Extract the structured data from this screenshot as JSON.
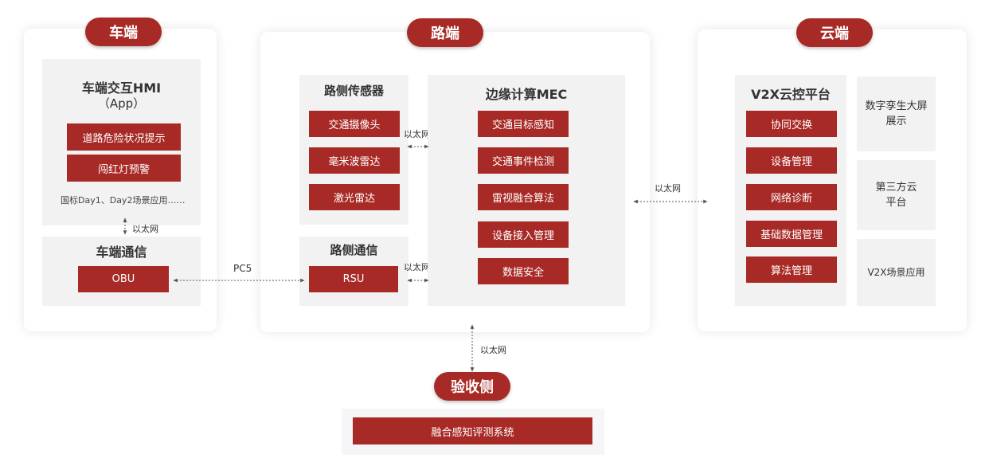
{
  "vehicle": {
    "badge": "车端",
    "hmi": {
      "title": "车端交互HMI",
      "subtitle": "（App）",
      "items": [
        "道路危险状况提示",
        "闯红灯预警"
      ],
      "note": "国标Day1、Day2场景应用……"
    },
    "comm": {
      "title": "车端通信",
      "obu": "OBU"
    },
    "link": "以太网"
  },
  "road": {
    "badge": "路端",
    "sensors": {
      "title": "路侧传感器",
      "items": [
        "交通摄像头",
        "毫米波雷达",
        "激光雷达"
      ]
    },
    "comm": {
      "title": "路侧通信",
      "rsu": "RSU"
    },
    "mec": {
      "title": "边缘计算MEC",
      "items": [
        "交通目标感知",
        "交通事件检测",
        "雷视融合算法",
        "设备接入管理",
        "数据安全"
      ]
    },
    "link_sensors": "以太网",
    "link_rsu": "以太网"
  },
  "cloud": {
    "badge": "云端",
    "platform": {
      "title": "V2X云控平台",
      "items": [
        "协同交换",
        "设备管理",
        "网络诊断",
        "基础数据管理",
        "算法管理"
      ]
    },
    "side": [
      "数字孪生大屏展示",
      "第三方云平台",
      "V2X场景应用"
    ]
  },
  "links": {
    "pc5": "PC5",
    "road_cloud": "以太网",
    "road_acceptance": "以太网"
  },
  "acceptance": {
    "badge": "验收侧",
    "system": "融合感知评测系统"
  },
  "colors": {
    "accent": "#a82a26",
    "box_bg": "#f2f2f2"
  }
}
